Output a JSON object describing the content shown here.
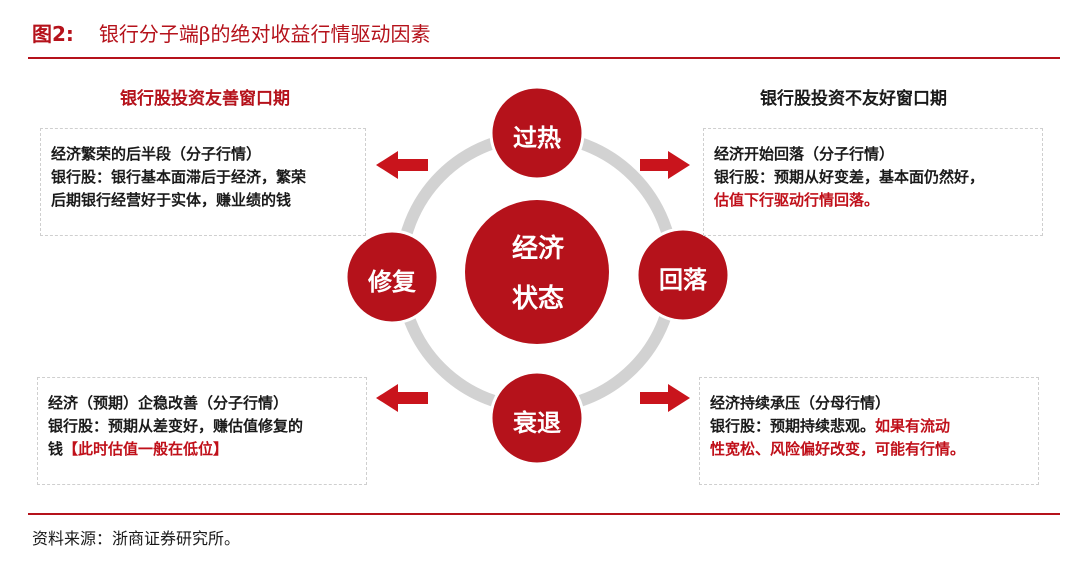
{
  "figure": {
    "number": "图2:",
    "title": "银行分子端β的绝对收益行情驱动因素"
  },
  "headings": {
    "left": "银行股投资友善窗口期",
    "right": "银行股投资不友好窗口期"
  },
  "cycle": {
    "center_line1": "经济",
    "center_line2": "状态",
    "top": "过热",
    "right": "回落",
    "bottom": "衰退",
    "left": "修复"
  },
  "boxes": {
    "top_left": {
      "line1": "经济繁荣的后半段（分子行情）",
      "line2": "银行股：银行基本面滞后于经济，繁荣",
      "line3": "后期银行经营好于实体，赚业绩的钱"
    },
    "top_right": {
      "line1": "经济开始回落（分子行情）",
      "line2": "银行股：预期从好变差，基本面仍然好，",
      "line3_red": "估值下行驱动行情回落。"
    },
    "bottom_left": {
      "line1": "经济（预期）企稳改善（分子行情）",
      "line2": "银行股：预期从差变好，赚估值修复的",
      "line3_black": "钱",
      "line3_red": "【此时估值一般在低位】"
    },
    "bottom_right": {
      "line1": "经济持续承压（分母行情）",
      "line2_black": "银行股：预期持续悲观。",
      "line2_red": "如果有流动",
      "line3_red": "性宽松、风险偏好改变，可能有行情。"
    }
  },
  "source": "资料来源：浙商证券研究所。",
  "colors": {
    "accent_red": "#b5121b",
    "ring_gray": "#d2d2d2",
    "arrow_red": "#c9141c"
  }
}
